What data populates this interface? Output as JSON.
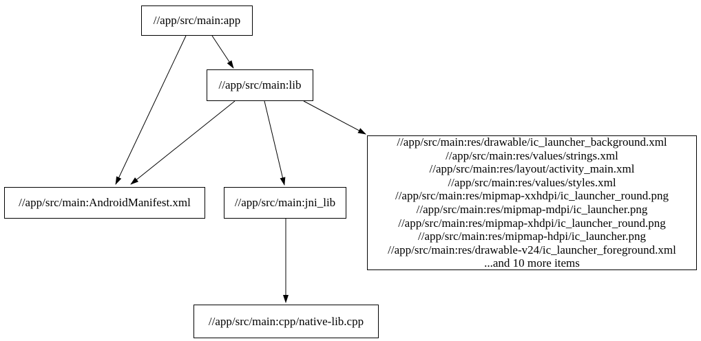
{
  "graph": {
    "background_color": "#ffffff",
    "node_border_color": "#000000",
    "edge_color": "#000000",
    "text_color": "#000000",
    "nodes": {
      "app": {
        "label": "//app/src/main:app"
      },
      "lib": {
        "label": "//app/src/main:lib"
      },
      "manifest": {
        "label": "//app/src/main:AndroidManifest.xml"
      },
      "jni_lib": {
        "label": "//app/src/main:jni_lib"
      },
      "native_cpp": {
        "label": "//app/src/main:cpp/native-lib.cpp"
      },
      "resources": {
        "lines": [
          "//app/src/main:res/drawable/ic_launcher_background.xml",
          "//app/src/main:res/values/strings.xml",
          "//app/src/main:res/layout/activity_main.xml",
          "//app/src/main:res/values/styles.xml",
          "//app/src/main:res/mipmap-xxhdpi/ic_launcher_round.png",
          "//app/src/main:res/mipmap-mdpi/ic_launcher.png",
          "//app/src/main:res/mipmap-xhdpi/ic_launcher_round.png",
          "//app/src/main:res/mipmap-hdpi/ic_launcher.png",
          "//app/src/main:res/drawable-v24/ic_launcher_foreground.xml",
          "...and 10 more items"
        ]
      }
    },
    "edges": [
      {
        "from": "app",
        "to": "manifest"
      },
      {
        "from": "app",
        "to": "lib"
      },
      {
        "from": "lib",
        "to": "manifest"
      },
      {
        "from": "lib",
        "to": "jni_lib"
      },
      {
        "from": "lib",
        "to": "resources"
      },
      {
        "from": "jni_lib",
        "to": "native_cpp"
      }
    ]
  }
}
